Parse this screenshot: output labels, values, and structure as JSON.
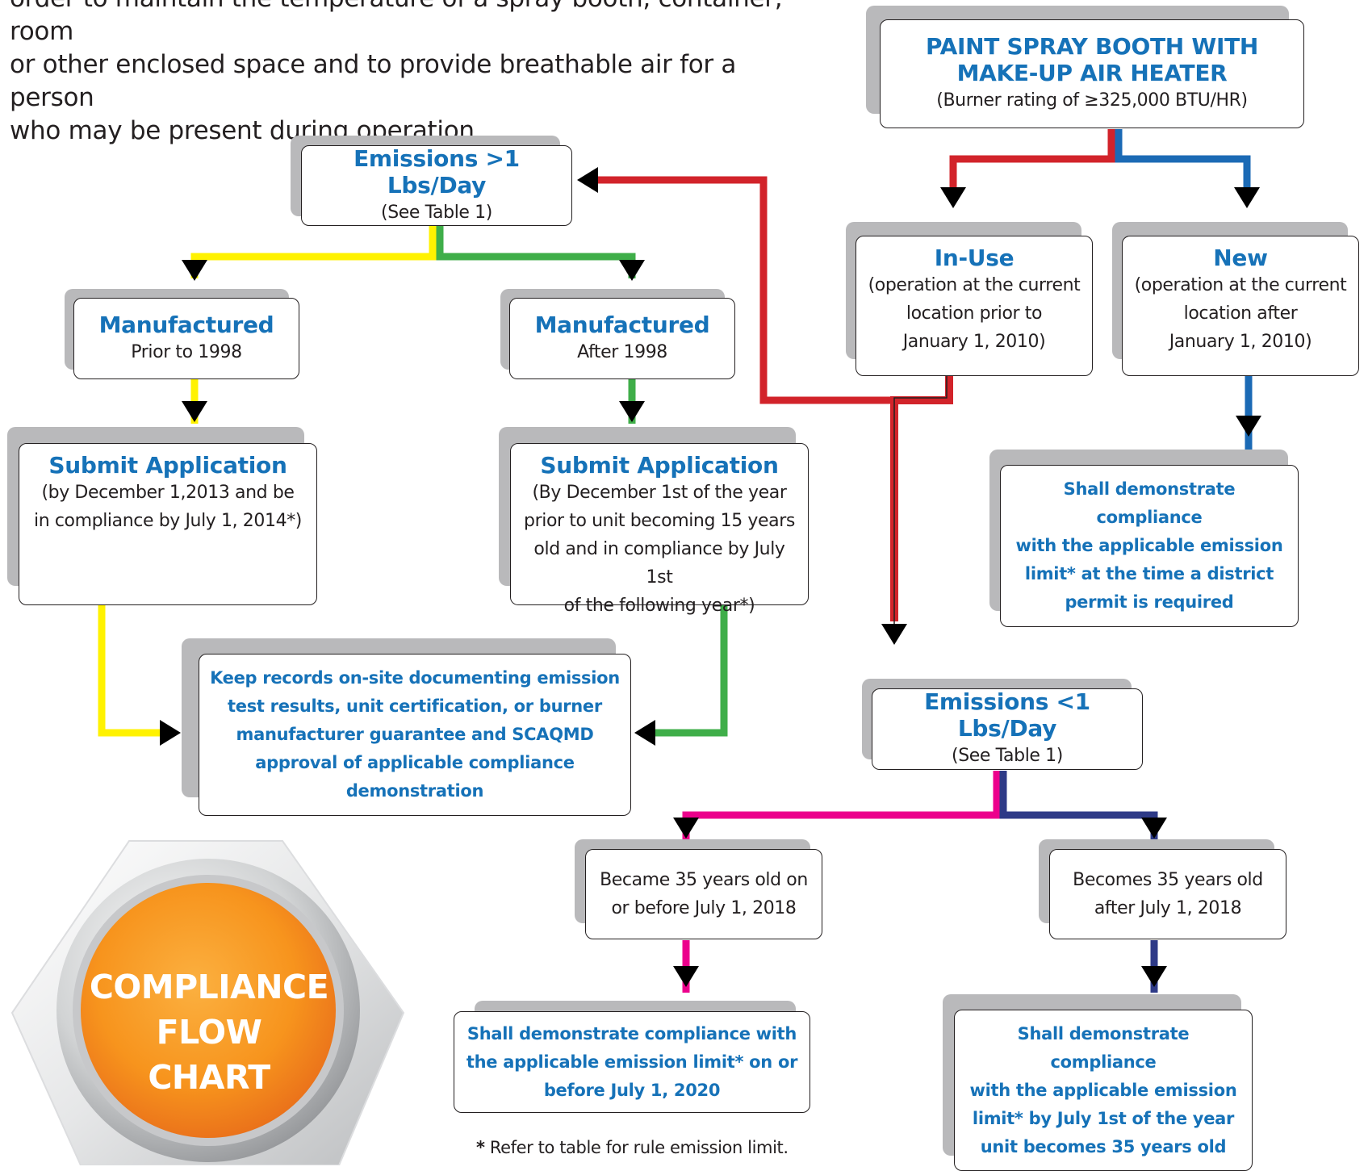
{
  "intro": {
    "line1": "order to maintain the temperature of a spray booth, container, room",
    "line2": "or other enclosed space and to provide breathable air for a person",
    "line3": "who may be present during operation."
  },
  "nodes": {
    "booth": {
      "title": "PAINT SPRAY BOOTH WITH MAKE-UP AIR HEATER",
      "sub": "(Burner rating of ≥325,000 BTU/HR)"
    },
    "in_use": {
      "title": "In-Use",
      "sub1": "(operation at the current",
      "sub2": "location prior to",
      "sub3": "January 1, 2010)"
    },
    "new": {
      "title": "New",
      "sub1": "(operation at the current",
      "sub2": "location after",
      "sub3": "January 1, 2010)"
    },
    "emissions_gt": {
      "title": "Emissions >1 Lbs/Day",
      "sub": "(See Table 1)"
    },
    "mfg_prior": {
      "title": "Manufactured",
      "sub": "Prior to 1998"
    },
    "mfg_after": {
      "title": "Manufactured",
      "sub": "After 1998"
    },
    "submit_1": {
      "title": "Submit Application",
      "sub1": "(by December 1,2013 and be",
      "sub2": "in compliance by July 1, 2014*)"
    },
    "submit_2": {
      "title": "Submit Application",
      "sub1": "(By December 1st of the year",
      "sub2": "prior to unit becoming 15 years",
      "sub3": "old and in compliance by July 1st",
      "sub4": "of the following year*)"
    },
    "new_comply": {
      "l1": "Shall demonstrate compliance",
      "l2": "with the applicable emission",
      "l3": "limit* at the time a district",
      "l4": "permit is required"
    },
    "records": {
      "l1": "Keep records on-site documenting emission",
      "l2": "test results, unit certification, or burner",
      "l3": "manufacturer guarantee and SCAQMD",
      "l4": "approval of applicable compliance",
      "l5": "demonstration"
    },
    "emissions_lt": {
      "title": "Emissions <1 Lbs/Day",
      "sub": "(See Table 1)"
    },
    "became_35": {
      "l1": "Became 35 years old on",
      "l2": "or before July 1, 2018"
    },
    "becomes_35": {
      "l1": "Becomes 35 years old",
      "l2": "after July 1, 2018"
    },
    "comply_2020": {
      "l1": "Shall demonstrate compliance with",
      "l2": "the applicable emission limit* on or",
      "l3": "before July 1, 2020"
    },
    "comply_35": {
      "l1": "Shall demonstrate compliance",
      "l2": "with the applicable emission",
      "l3": "limit* by July 1st of the year",
      "l4": "unit becomes 35 years old"
    }
  },
  "footnote": {
    "star": "*",
    "text": " Refer to table for rule emission limit."
  },
  "badge": {
    "line1": "COMPLIANCE",
    "line2": "FLOW",
    "line3": "CHART"
  },
  "colors": {
    "title_blue": "#1672b8",
    "red": "#d2232a",
    "blue": "#1b6ab5",
    "yellow": "#fff200",
    "green": "#3fae49",
    "magenta": "#ec008c",
    "navy": "#2e3a87",
    "orange": "#f7941d"
  }
}
